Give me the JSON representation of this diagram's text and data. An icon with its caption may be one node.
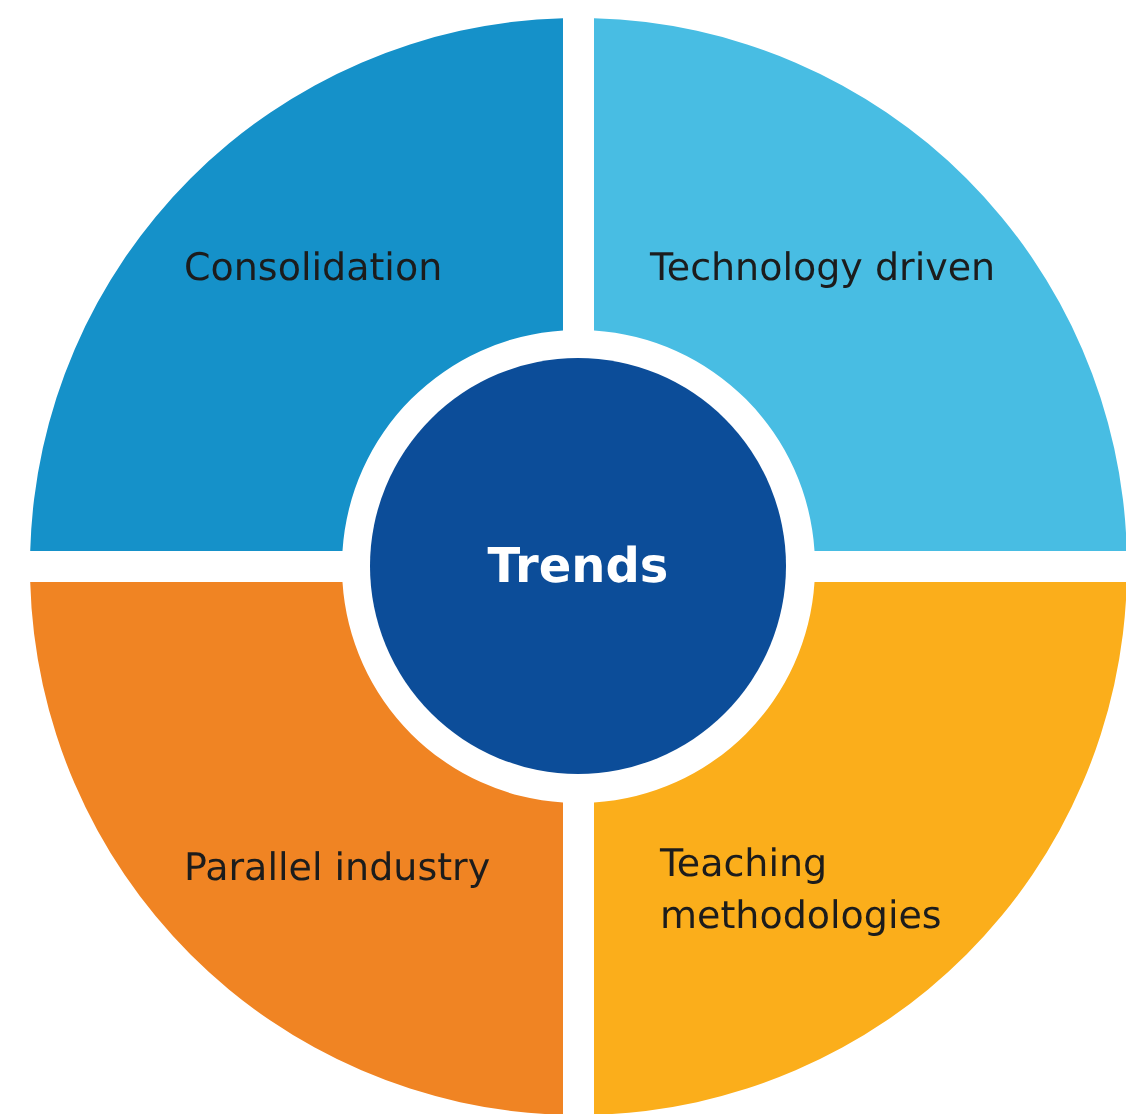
{
  "diagram": {
    "nodes": [
      {
        "text": [
          "Consolidation"
        ]
      },
      {
        "text": [
          "Technology driven"
        ]
      },
      {
        "text": [
          "Trends"
        ]
      },
      {
        "text": [
          "Parallel industry"
        ]
      },
      {
        "text": [
          "Teaching methodologies"
        ]
      }
    ]
  }
}
